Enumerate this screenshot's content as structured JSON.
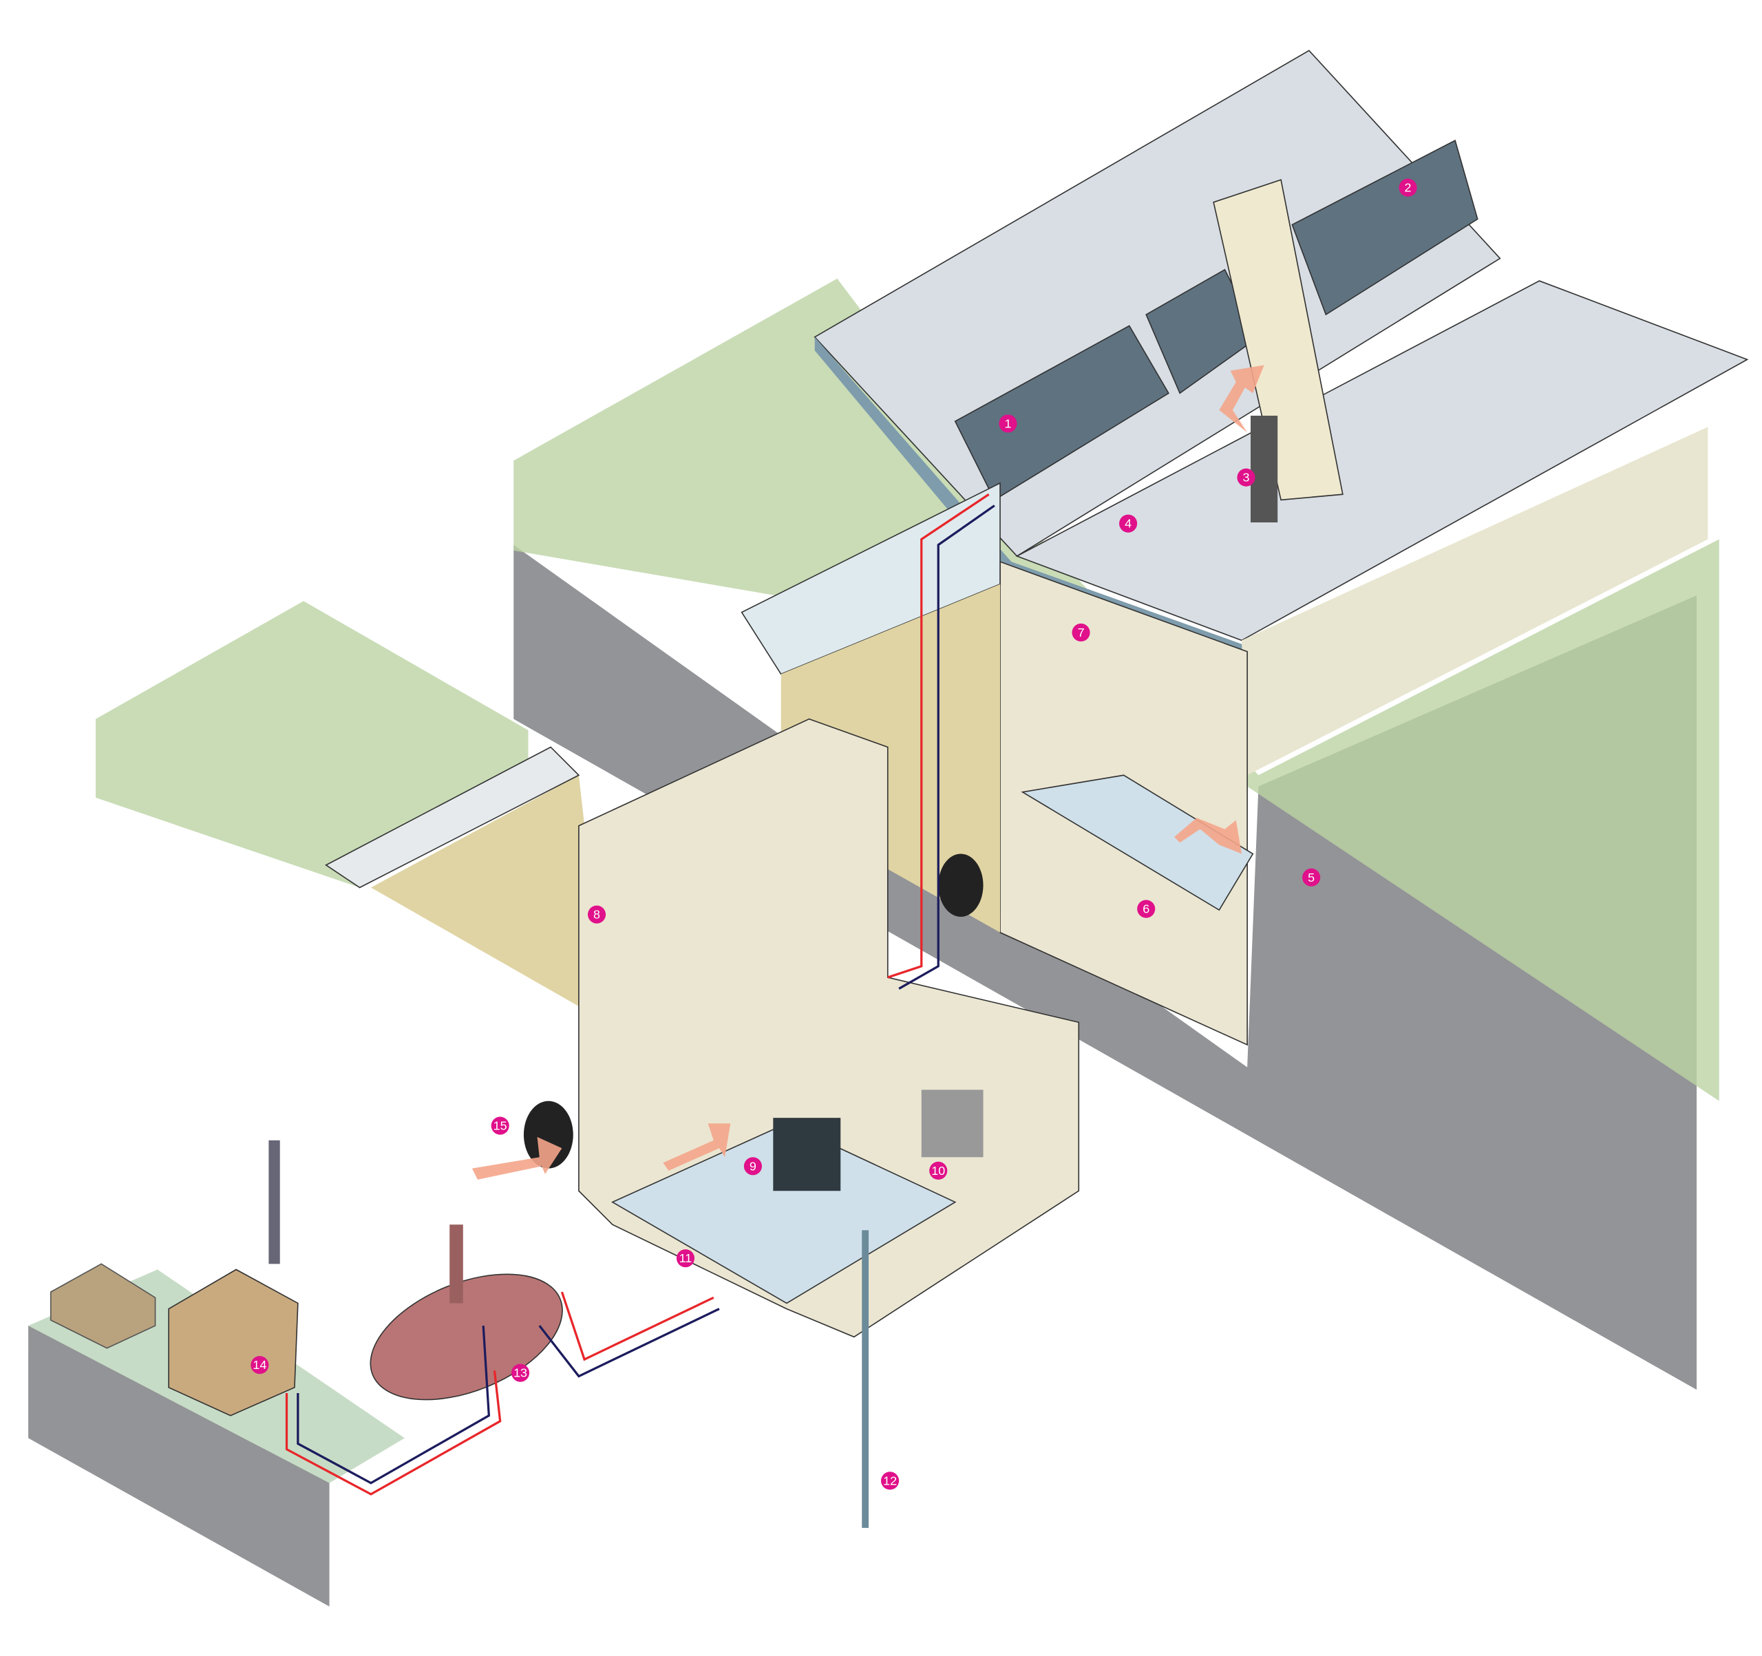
{
  "diagram": {
    "colors": {
      "marker": "#e0118a",
      "hot_pipe": "#e8262a",
      "cold_pipe": "#1c1c5e",
      "grass": "#bcd3a4",
      "earth": "#939497",
      "roof": "#d8dee4",
      "wall": "#ebe6d2"
    },
    "markers": [
      {
        "id": "1",
        "label": "1"
      },
      {
        "id": "2",
        "label": "2"
      },
      {
        "id": "3",
        "label": "3"
      },
      {
        "id": "4",
        "label": "4"
      },
      {
        "id": "5",
        "label": "5"
      },
      {
        "id": "6",
        "label": "6"
      },
      {
        "id": "7",
        "label": "7"
      },
      {
        "id": "8",
        "label": "8"
      },
      {
        "id": "9",
        "label": "9"
      },
      {
        "id": "10",
        "label": "10"
      },
      {
        "id": "11",
        "label": "11"
      },
      {
        "id": "12",
        "label": "12"
      },
      {
        "id": "13",
        "label": "13"
      },
      {
        "id": "14",
        "label": "14"
      },
      {
        "id": "15",
        "label": "15"
      }
    ]
  }
}
